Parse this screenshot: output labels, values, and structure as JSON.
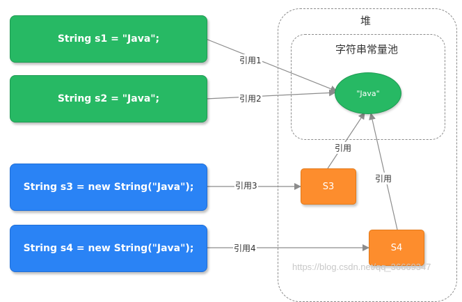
{
  "heap": {
    "title": "堆"
  },
  "string_pool": {
    "title": "字符串常量池",
    "literal": "\"Java\""
  },
  "statements": [
    {
      "text": "String s1 = \"Java\";"
    },
    {
      "text": "String s2 = \"Java\";"
    },
    {
      "text": "String s3 = new String(\"Java\");"
    },
    {
      "text": "String s4 = new String(\"Java\");"
    }
  ],
  "objects": [
    {
      "label": "S3"
    },
    {
      "label": "S4"
    }
  ],
  "edges": [
    {
      "label": "引用1"
    },
    {
      "label": "引用2"
    },
    {
      "label": "引用3"
    },
    {
      "label": "引用4"
    },
    {
      "label": "引用"
    },
    {
      "label": "引用"
    }
  ],
  "watermark": "https://blog.csdn.net/qq_36669347",
  "colors": {
    "literal_box": "#27b964",
    "new_box": "#2a83f5",
    "heap_object": "#fd8d2d",
    "arrow": "#8c8c8c"
  }
}
